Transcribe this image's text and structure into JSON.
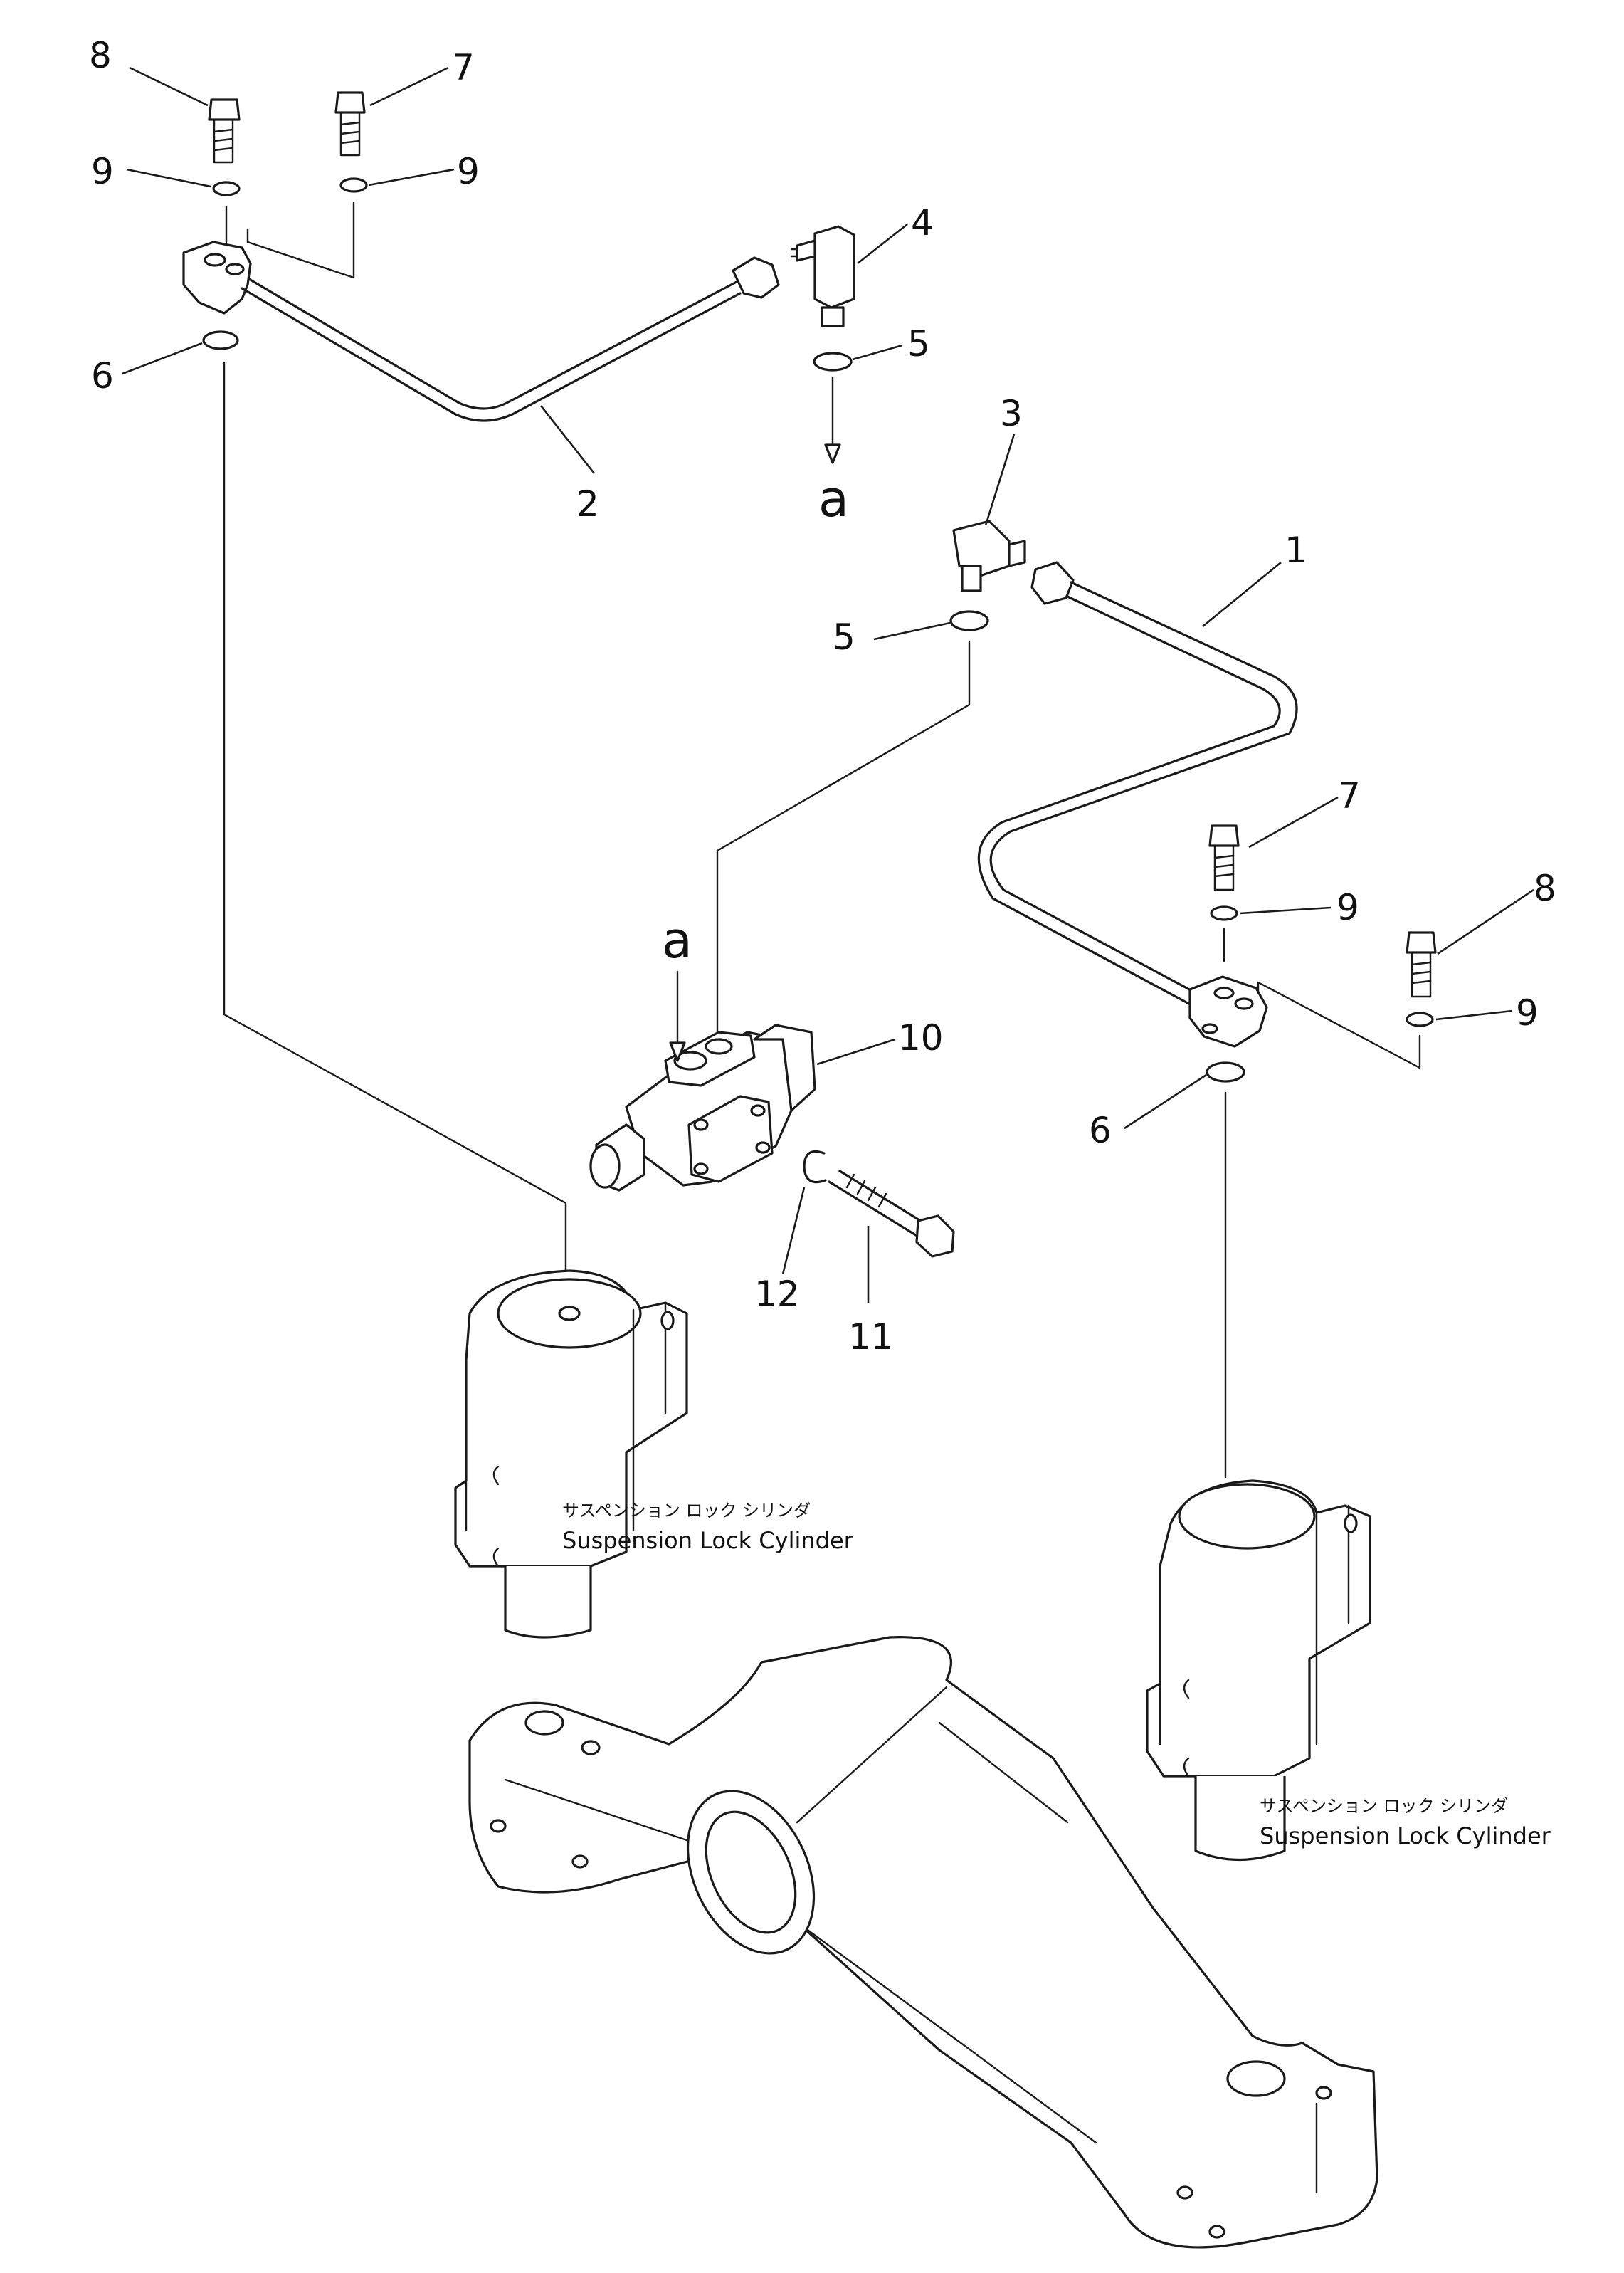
{
  "callouts": {
    "c1": "1",
    "c2": "2",
    "c3": "3",
    "c4": "4",
    "c5a": "5",
    "c5b": "5",
    "c6a": "6",
    "c6b": "6",
    "c7a": "7",
    "c7b": "7",
    "c8a": "8",
    "c8b": "8",
    "c9a": "9",
    "c9b": "9",
    "c9c": "9",
    "c9d": "9",
    "c10": "10",
    "c11": "11",
    "c12": "12"
  },
  "connection_marks": {
    "top": "a",
    "valve": "a"
  },
  "labels": {
    "left_cylinder_jp": "サスペンション ロック シリンダ",
    "left_cylinder_en": "Suspension Lock Cylinder",
    "right_cylinder_jp": "サスペンション ロック シリンダ",
    "right_cylinder_en": "Suspension Lock Cylinder"
  }
}
